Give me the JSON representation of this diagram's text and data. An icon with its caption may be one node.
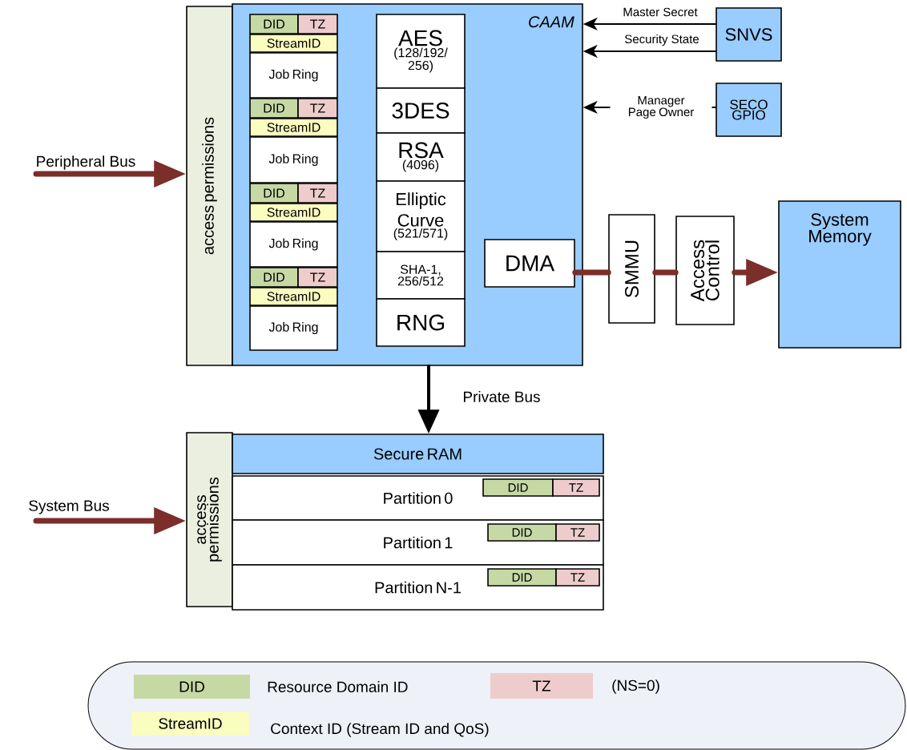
{
  "diagram": {
    "nodes": [
      {
        "text": [
          "access permissions"
        ]
      },
      {
        "text": [
          "CAAM"
        ]
      },
      {
        "text": [
          "DID"
        ],
        "in": 1
      },
      {
        "text": [
          "TZ"
        ],
        "in": 1
      },
      {
        "text": [
          "StreamID"
        ],
        "in": 1
      },
      {
        "text": [
          "Job Ring"
        ],
        "in": 1
      },
      {
        "text": [
          "DID"
        ],
        "in": 1
      },
      {
        "text": [
          "TZ"
        ],
        "in": 1
      },
      {
        "text": [
          "StreamID"
        ],
        "in": 1
      },
      {
        "text": [
          "Job Ring"
        ],
        "in": 1
      },
      {
        "text": [
          "DID"
        ],
        "in": 1
      },
      {
        "text": [
          "TZ"
        ],
        "in": 1
      },
      {
        "text": [
          "StreamID"
        ],
        "in": 1
      },
      {
        "text": [
          "Job Ring"
        ],
        "in": 1
      },
      {
        "text": [
          "DID"
        ],
        "in": 1
      },
      {
        "text": [
          "TZ"
        ],
        "in": 1
      },
      {
        "text": [
          "StreamID"
        ],
        "in": 1
      },
      {
        "text": [
          "Job Ring"
        ],
        "in": 1
      },
      {
        "text": [
          "AES",
          "(128/192/ 256)"
        ],
        "in": 1
      },
      {
        "text": [
          "3DES"
        ],
        "in": 1
      },
      {
        "text": [
          "RSA",
          "(4096)"
        ],
        "in": 1
      },
      {
        "text": [
          "Elliptic Curve",
          "(521/571)"
        ],
        "in": 1
      },
      {
        "text": [
          "SHA-1, 256/512"
        ],
        "in": 1
      },
      {
        "text": [
          "RNG"
        ],
        "in": 1
      },
      {
        "text": [
          "DMA"
        ],
        "in": 1
      },
      {
        "text": [
          "SNVS"
        ]
      },
      {
        "text": [
          "SECO GPIO"
        ]
      },
      {
        "text": [
          "SMMU"
        ]
      },
      {
        "text": [
          "Access Control"
        ]
      },
      {
        "text": [
          "System Memory"
        ]
      },
      {
        "text": [
          "access permissions"
        ]
      },
      {
        "text": [
          "Secure RAM"
        ]
      },
      {
        "text": [
          "Partition 0"
        ]
      },
      {
        "text": [
          "DID"
        ],
        "in": 32
      },
      {
        "text": [
          "TZ"
        ],
        "in": 32
      },
      {
        "text": [
          "Partition 1"
        ]
      },
      {
        "text": [
          "DID"
        ],
        "in": 35
      },
      {
        "text": [
          "TZ"
        ],
        "in": 35
      },
      {
        "text": [
          "Partition N-1"
        ]
      },
      {
        "text": [
          "DID"
        ],
        "in": 38
      },
      {
        "text": [
          "TZ"
        ],
        "in": 38
      }
    ],
    "edges": [
      {
        "from": null,
        "to": 0,
        "arrow": "to",
        "label": "Peripheral Bus"
      },
      {
        "from": null,
        "to": 30,
        "arrow": "to",
        "label": "System Bus"
      },
      {
        "from": 1,
        "to": 31,
        "arrow": "to",
        "label": "Private Bus",
        "color": "#000000"
      },
      {
        "from": 25,
        "to": 1,
        "arrow": "to",
        "label": "Master Secret",
        "color": "#000000"
      },
      {
        "from": 25,
        "to": 1,
        "arrow": "to",
        "label": "Security State",
        "color": "#000000"
      },
      {
        "from": 26,
        "to": 1,
        "arrow": "to",
        "label": "Manager Page Owner",
        "color": "#000000"
      },
      {
        "from": 24,
        "to": 27,
        "arrow": "none"
      },
      {
        "from": 27,
        "to": 28,
        "arrow": "none"
      },
      {
        "from": 28,
        "to": 29,
        "arrow": "to"
      }
    ],
    "labels": [
      "DID",
      "TZ",
      "StreamID"
    ],
    "legend": [
      {
        "text": "Resource Domain ID",
        "color": "#c6d9a5"
      },
      {
        "text": "(NS=0)",
        "color": "#efcccc"
      },
      {
        "text": "Context ID (Stream ID and QoS)",
        "color": "#fafcc0"
      }
    ]
  }
}
